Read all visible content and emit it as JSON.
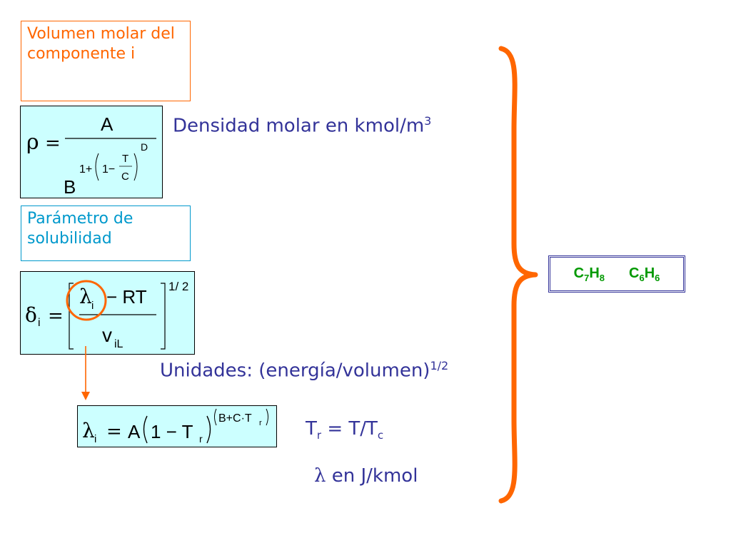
{
  "labels": {
    "molar_volume": "Volumen molar del componente i",
    "solubility_parameter": "Parámetro de solubilidad"
  },
  "texts": {
    "molar_density": "Densidad molar en kmol/m",
    "molar_density_exp": "3",
    "units_prefix": "Unidades: (energía/volumen)",
    "units_exp": "1/2",
    "tr_def": {
      "T": "T",
      "r": "r",
      "eq": " = T/T",
      "c": "c"
    },
    "lambda_symbol": "λ",
    "lambda_units": " en J/kmol"
  },
  "formula_rho": {
    "lhs": "ρ",
    "eq": "=",
    "num": "A",
    "den_base": "B",
    "exp_1": "1+",
    "exp_2": "1−",
    "frac_num": "T",
    "frac_den": "C",
    "exp_D": "D"
  },
  "formula_delta": {
    "lhs": "δ",
    "lhs_sub": "i",
    "eq": "=",
    "lambda": "λ",
    "lambda_sub": "i",
    "minus_RT": "− RT",
    "den": "v",
    "den_sub": "iL",
    "power": "1/ 2"
  },
  "formula_lambda": {
    "lhs": "λ",
    "lhs_sub": "i",
    "eq": "=",
    "A": "A",
    "one_minus": "1 − T",
    "sub_r": "r",
    "exp_text": "B+C·T",
    "exp_sub": "r"
  },
  "chem": {
    "toluene": {
      "c": "C",
      "cn": "7",
      "h": "H",
      "hn": "8"
    },
    "benzene": {
      "c": "C",
      "cn": "6",
      "h": "H",
      "hn": "6"
    }
  },
  "colors": {
    "orange": "#ff6600",
    "teal": "#0099cc",
    "blue_text": "#333399",
    "formula_bg": "#ccffff",
    "green": "#009900"
  }
}
